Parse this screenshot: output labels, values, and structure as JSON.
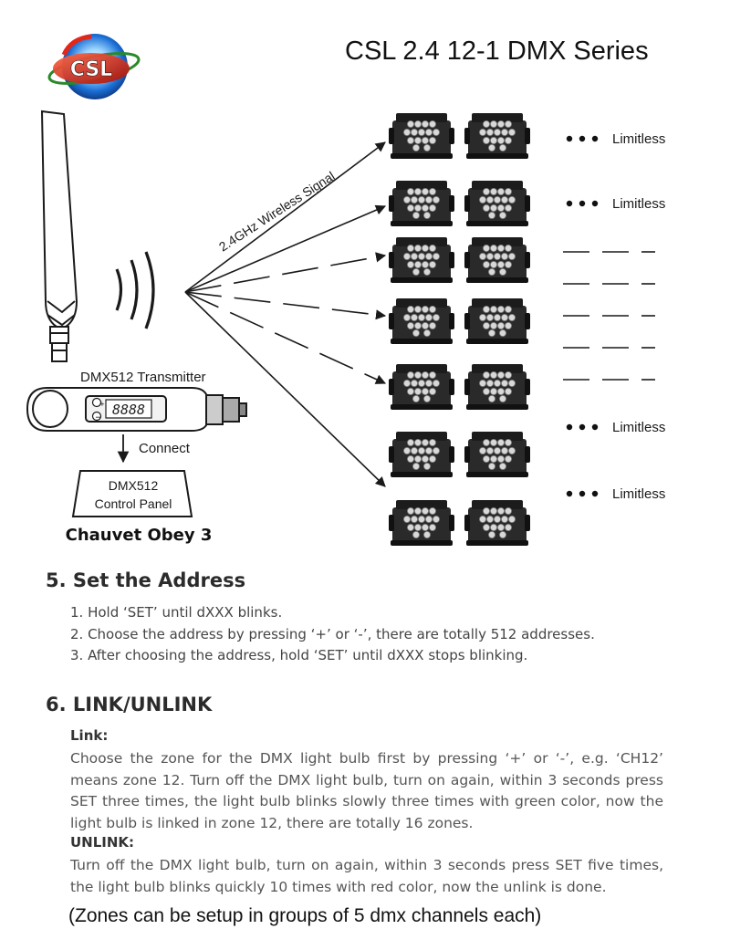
{
  "header": {
    "logo_text": "CSL",
    "title": "CSL 2.4 12-1 DMX Series"
  },
  "diagram": {
    "transmitter_label": "DMX512 Transmitter",
    "display_digits": "8888",
    "connect_label": "Connect",
    "panel_line1": "DMX512",
    "panel_line2": "Control Panel",
    "panel_model": "Chauvet Obey 3",
    "signal_label": "2.4GHz Wireless Signal",
    "row_labels": [
      "Limitless",
      "Limitless",
      "Limitless",
      "Limitless"
    ],
    "colors": {
      "ink": "#1a1a1a",
      "fixture": "#2a2a2a",
      "lens": "#d8d8d8"
    }
  },
  "section5": {
    "heading": "5. Set the Address",
    "steps": [
      "1. Hold ‘SET’ until dXXX blinks.",
      "2. Choose the address by pressing ‘+’ or ‘-’, there are totally 512 addresses.",
      "3. After choosing the address, hold ‘SET’ until dXXX stops blinking."
    ]
  },
  "section6": {
    "heading": "6. LINK/UNLINK",
    "link_heading": "Link:",
    "link_text": "Choose the zone for the DMX light bulb first by pressing ‘+’ or ‘-’, e.g. ‘CH12’ means zone 12. Turn off the DMX light bulb, turn on again, within 3 seconds press SET three times, the light bulb blinks slowly three times with green color, now the light bulb is linked in zone 12, there are totally 16 zones.",
    "unlink_heading": "UNLINK:",
    "unlink_text": "Turn off the DMX light bulb, turn on again, within 3 seconds press SET five times, the light bulb blinks quickly 10 times with red color, now the unlink is done."
  },
  "footer": {
    "note": "(Zones can be setup in groups of 5 dmx channels each)"
  }
}
